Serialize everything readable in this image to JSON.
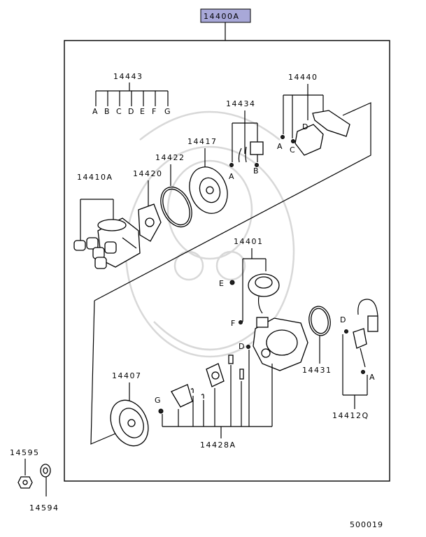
{
  "diagram": {
    "assembly_part_no": "14400A",
    "parts": {
      "cap_kit": "14443",
      "cap_kit_letters": [
        "A",
        "B",
        "C",
        "D",
        "E",
        "F",
        "G"
      ],
      "cap": "14410A",
      "rotor": "14420",
      "o_ring": "14422",
      "cover": "14417",
      "harness": "14434",
      "igniter_set": "14440",
      "vacuum_controller": "14401",
      "gasket_14431": "14431",
      "sensor_14412q": "14412Q",
      "gear": "14407",
      "hardware_kit": "14428A",
      "washer": "14595",
      "nut": "14594"
    },
    "callouts": {
      "a": "A",
      "b": "B",
      "c": "C",
      "d": "D",
      "e": "E",
      "f": "F",
      "g": "G"
    },
    "figure_number": "500019",
    "accent_color": "#a8a8d8"
  }
}
